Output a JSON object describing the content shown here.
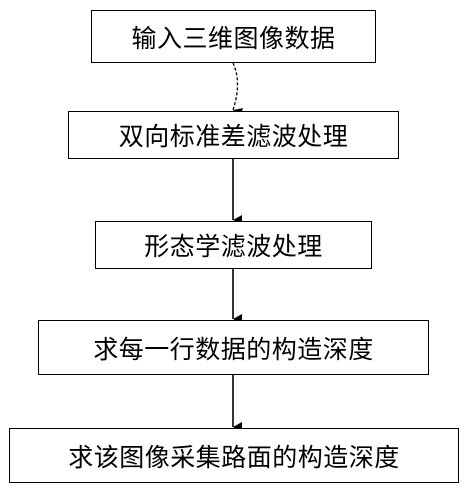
{
  "steps": [
    {
      "label": "输入三维图像数据"
    },
    {
      "label": "双向标准差滤波处理"
    },
    {
      "label": "形态学滤波处理"
    },
    {
      "label": "求每一行数据的构造深度"
    },
    {
      "label": "求该图像采集路面的构造深度"
    }
  ],
  "colors": {
    "stroke": "#000000",
    "background": "#ffffff"
  }
}
